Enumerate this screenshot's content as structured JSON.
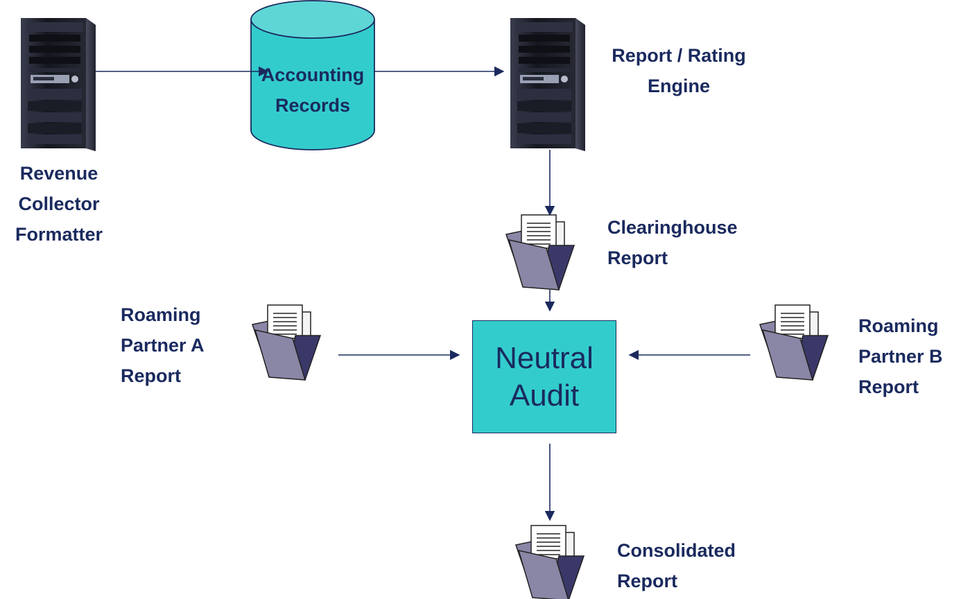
{
  "nodes": {
    "revenue_collector": {
      "line1": "Revenue",
      "line2": "Collector",
      "line3": "Formatter"
    },
    "accounting_records": {
      "line1": "Accounting",
      "line2": "Records"
    },
    "report_engine": {
      "line1": "Report / Rating",
      "line2": "Engine"
    },
    "clearinghouse_report": {
      "line1": "Clearinghouse",
      "line2": "Report"
    },
    "neutral_audit": {
      "line1": "Neutral",
      "line2": "Audit"
    },
    "roaming_a": {
      "line1": "Roaming",
      "line2": "Partner A",
      "line3": "Report"
    },
    "roaming_b": {
      "line1": "Roaming",
      "line2": "Partner B",
      "line3": "Report"
    },
    "consolidated_report": {
      "line1": "Consolidated",
      "line2": "Report"
    }
  },
  "colors": {
    "text": "#1a2a5e",
    "arrow": "#1a2a5e",
    "teal": "#33cccc",
    "cylinder_top": "#5ed6d6",
    "folder": "#8a86a6",
    "folder_dark": "#3a3868",
    "server": "#1b1d2a"
  },
  "icons": {
    "server": "server-icon",
    "database": "database-cylinder-icon",
    "report": "folder-report-icon"
  }
}
